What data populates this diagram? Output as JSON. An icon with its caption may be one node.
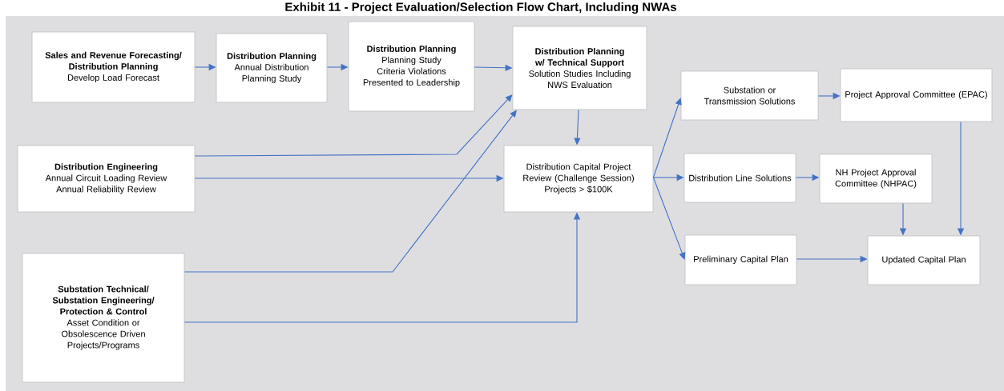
{
  "diagram": {
    "title": "Exhibit 11 - Project Evaluation/Selection Flow Chart, Including NWAs",
    "nodes": [
      {
        "text": [
          "Sales and Revenue Forecasting/ Distribution Planning",
          "Develop Load Forecast"
        ]
      },
      {
        "text": [
          "Distribution Planning",
          "Annual Distribution Planning Study"
        ]
      },
      {
        "text": [
          "Distribution Planning",
          "Planning Study Criteria Violations Presented to Leadership"
        ]
      },
      {
        "text": [
          "Distribution Planning w/ Technical Support",
          "Solution Studies Including NWS Evaluation"
        ]
      },
      {
        "text": [
          "Distribution Engineering",
          "Annual Circuit Loading Review",
          "Annual Reliability Review"
        ]
      },
      {
        "text": [
          "Distribution Capital Project Review (Challenge Session)",
          "Projects > $100K"
        ]
      },
      {
        "text": [
          "Substation Technical/ Substation Engineering/ Protection & Control",
          "Asset Condition or Obsolescence Driven Projects/Programs"
        ]
      },
      {
        "text": [
          "Substation or Transmission Solutions"
        ]
      },
      {
        "text": [
          "Project Approval Committee (EPAC)"
        ]
      },
      {
        "text": [
          "Distribution Line Solutions"
        ]
      },
      {
        "text": [
          "NH Project Approval Committee (NHPAC)"
        ]
      },
      {
        "text": [
          "Preliminary Capital Plan"
        ]
      },
      {
        "text": [
          "Updated Capital Plan"
        ]
      }
    ],
    "edges": [
      {
        "from": 0,
        "to": 1,
        "arrow": "to"
      },
      {
        "from": 1,
        "to": 2,
        "arrow": "to"
      },
      {
        "from": 2,
        "to": 3,
        "arrow": "to"
      },
      {
        "from": 4,
        "to": 3,
        "arrow": "to"
      },
      {
        "from": 6,
        "to": 3,
        "arrow": "to"
      },
      {
        "from": 4,
        "to": 5,
        "arrow": "to"
      },
      {
        "from": 6,
        "to": 5,
        "arrow": "to"
      },
      {
        "from": 3,
        "to": 5,
        "arrow": "to"
      },
      {
        "from": 5,
        "to": 7,
        "arrow": "to"
      },
      {
        "from": 5,
        "to": 9,
        "arrow": "to"
      },
      {
        "from": 5,
        "to": 11,
        "arrow": "to"
      },
      {
        "from": 7,
        "to": 8,
        "arrow": "to"
      },
      {
        "from": 9,
        "to": 10,
        "arrow": "to"
      },
      {
        "from": 10,
        "to": 12,
        "arrow": "to"
      },
      {
        "from": 8,
        "to": 12,
        "arrow": "to"
      },
      {
        "from": 11,
        "to": 12,
        "arrow": "to"
      }
    ]
  }
}
